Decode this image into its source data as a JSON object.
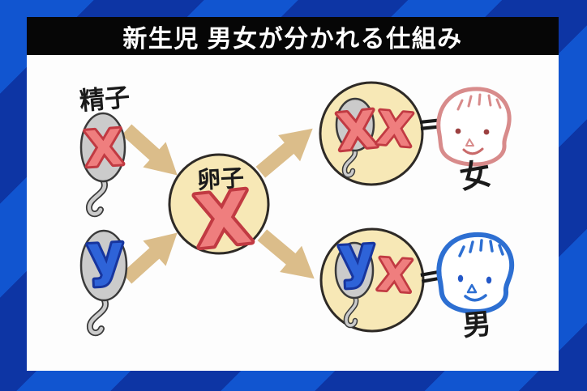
{
  "title_bar": {
    "text": "新生児 男女が分かれる仕組み"
  },
  "labels": {
    "sperm": "精子",
    "egg": "卵子",
    "female": "女",
    "male": "男",
    "equals": "="
  },
  "chromosomes": {
    "egg": "X",
    "sperm_x": "X",
    "sperm_y": "y",
    "female_pair": [
      "X",
      "X"
    ],
    "male_pair": [
      "y",
      "X"
    ]
  },
  "colors": {
    "stripe_bright": "#1155d0",
    "stripe_dark": "#0d35a4",
    "title_bg": "#060606",
    "title_text": "#ffffff",
    "card_bg": "#fdfdfd",
    "ink": "#1a1a1a",
    "egg_fill": "#f7e8b6",
    "sperm_fill": "#cbcbcb",
    "x_fill": "#ef7e7e",
    "x_stroke": "#c13a42",
    "y_fill": "#2e63d8",
    "y_stroke": "#17359e",
    "arrow": "#dbbd8a",
    "female_outline": "#d88b8b",
    "male_outline": "#2d6fd2"
  }
}
